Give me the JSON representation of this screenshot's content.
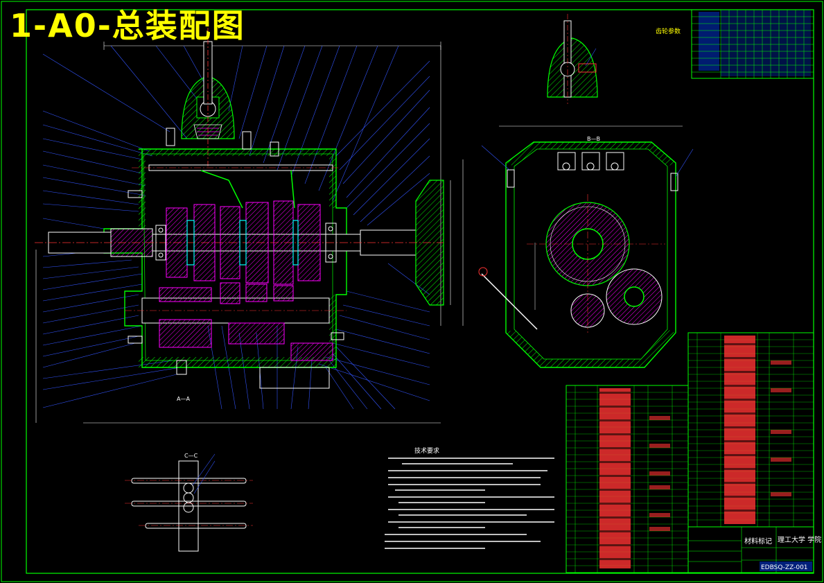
{
  "drawing": {
    "title": "1-A0-总装配图",
    "gear_params_label": "齿轮参数",
    "tech_requirements_title": "技术要求",
    "school_name": "理工大学 学院",
    "title_block_stamp": "材料标记",
    "drawing_number": "EDBSQ-ZZ-001",
    "section_labels": {
      "b": "B—B",
      "c": "C—C",
      "a": "A—A"
    }
  },
  "colors": {
    "background": "#000000",
    "frame": "#00ff00",
    "outline": "#ffffff",
    "leader": "#3355ff",
    "gear_hatch": "#ff00ff",
    "cyan": "#00ffff",
    "red": "#ff3333",
    "title": "#ffff00",
    "table_fill": "#0033cc"
  }
}
